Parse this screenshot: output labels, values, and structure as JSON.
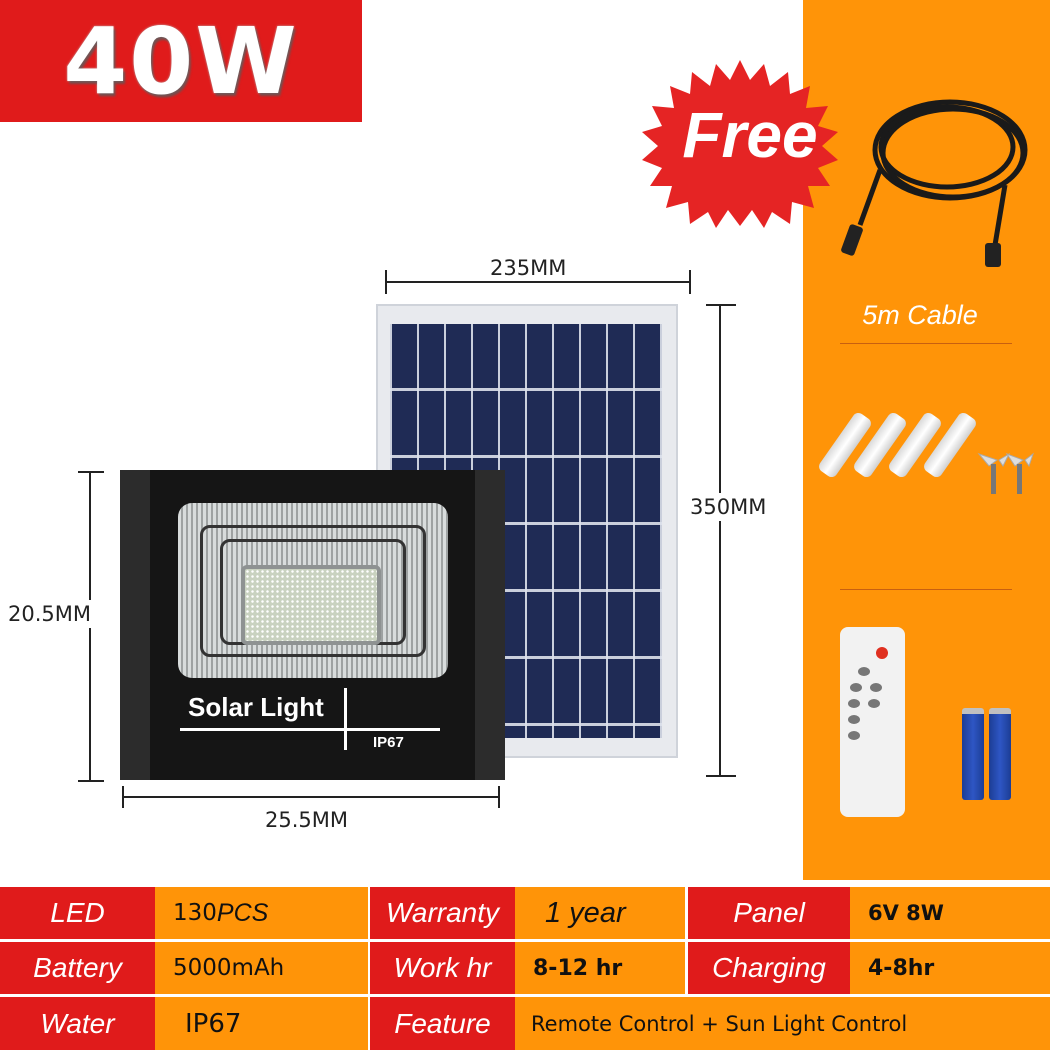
{
  "banner": {
    "power_label": "40W",
    "background": "#E01B1B"
  },
  "promo": {
    "badge_label": "Free",
    "cable_label": "5m Cable",
    "accessories": [
      "expansion-bolts",
      "wing-screws",
      "remote-control",
      "aa-batteries"
    ],
    "panel_color": "#FF9408"
  },
  "product": {
    "solar_panel": {
      "width_label": "235MM",
      "height_label": "350MM"
    },
    "floodlight": {
      "title": "Solar Light",
      "rating": "IP67",
      "height_label": "20.5MM",
      "width_label": "25.5MM"
    }
  },
  "specs": {
    "rows": [
      [
        {
          "label": "LED",
          "value_num": "130",
          "value_unit": "PCS"
        },
        {
          "label": "Warranty",
          "value": "1 year"
        },
        {
          "label": "Panel",
          "value": "6V 8W"
        }
      ],
      [
        {
          "label": "Battery",
          "value": "5000mAh"
        },
        {
          "label": "Work hr",
          "value": "8-12 hr"
        },
        {
          "label": "Charging",
          "value": "4-8hr"
        }
      ],
      [
        {
          "label": "Water",
          "value": "IP67"
        },
        {
          "label": "Feature",
          "value": "Remote Control + Sun Light Control"
        }
      ]
    ],
    "colors": {
      "label_bg": "#E01B1B",
      "value_bg": "#FF9408"
    }
  }
}
